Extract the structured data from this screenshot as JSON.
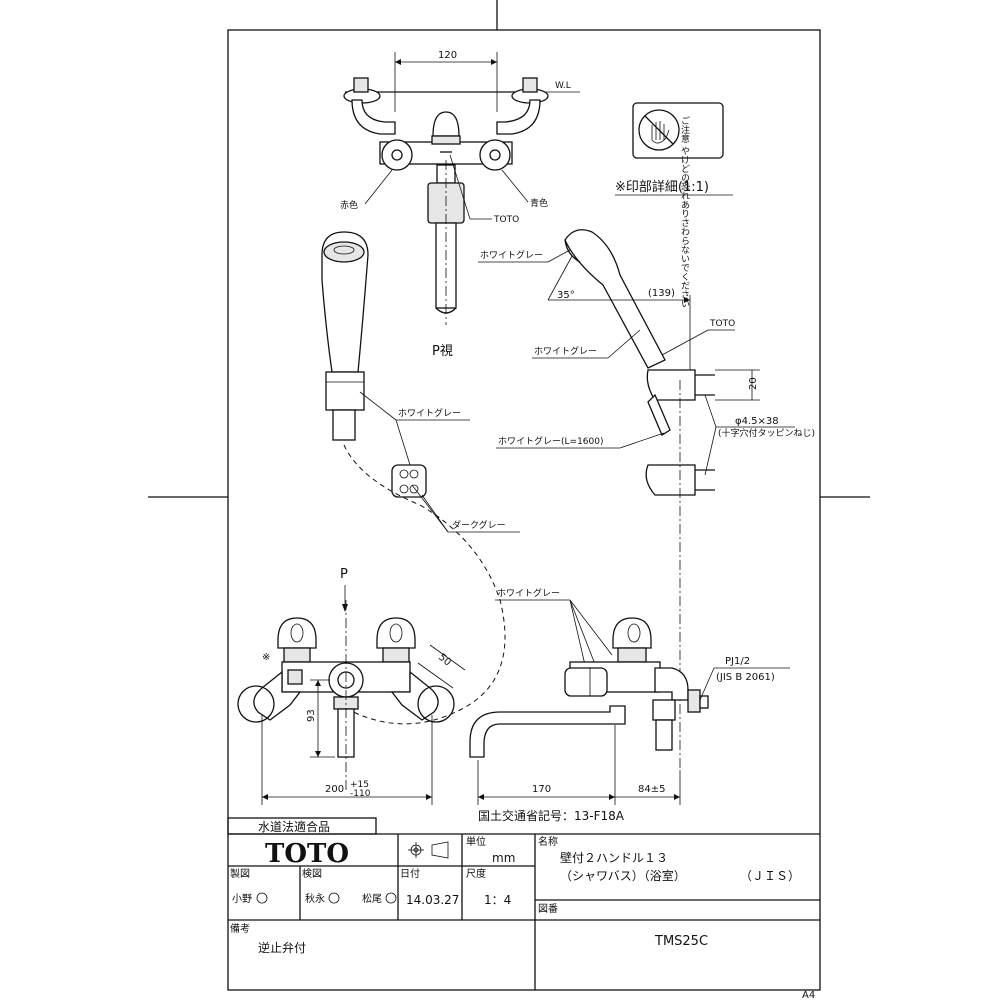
{
  "drawing": {
    "top_view": {
      "dim_width": "120",
      "wl": "W.L",
      "red": "赤色",
      "blue": "青色",
      "toto": "TOTO",
      "warning_text": "ご注意 やけどの恐れありさわらないでください",
      "print_detail": "※印部詳細(1:1)"
    },
    "shower_left": {
      "view_label": "P視",
      "white_gray": "ホワイトグレー",
      "dark_gray": "ダークグレー"
    },
    "shower_right": {
      "white_gray_head": "ホワイトグレー",
      "angle": "35°",
      "length": "(139)",
      "toto": "TOTO",
      "white_gray_grip": "ホワイトグレー",
      "dim_20": "20",
      "screw": "φ4.5×38",
      "screw_note": "(十字穴付タッピンねじ)",
      "hose": "ホワイトグレー(L=1600)"
    },
    "front_view": {
      "p_label": "P",
      "asterisk": "※",
      "dim_50": "50",
      "dim_93": "93",
      "dim_200": "200",
      "tol_plus": "+15",
      "tol_minus": "-110"
    },
    "side_view": {
      "white_gray": "ホワイトグレー",
      "pj": "PJ1/2",
      "jis_ref": "(JIS B 2061)",
      "dim_170": "170",
      "dim_84": "84±5",
      "approval": "国土交通省記号：13-F18A"
    }
  },
  "title_block": {
    "water_law": "水道法適合品",
    "logo": "TOTO",
    "unit_label": "単位",
    "unit_value": "mm",
    "name_label": "名称",
    "name_line1": "壁付２ハンドル１３",
    "name_line2": "（シャワバス）（浴室）",
    "jis": "（ＪＩＳ）",
    "made_label": "製図",
    "made_names": "小野",
    "check_label": "検図",
    "check_names": "秋永",
    "approve_names": "松尾",
    "date_label": "日付",
    "date_value": "14.03.27",
    "scale_label": "尺度",
    "scale_value": "1：4",
    "drawing_no_label": "図番",
    "drawing_no": "TMS25C",
    "notes_label": "備考",
    "notes_value": "逆止弁付",
    "paper": "A4"
  }
}
